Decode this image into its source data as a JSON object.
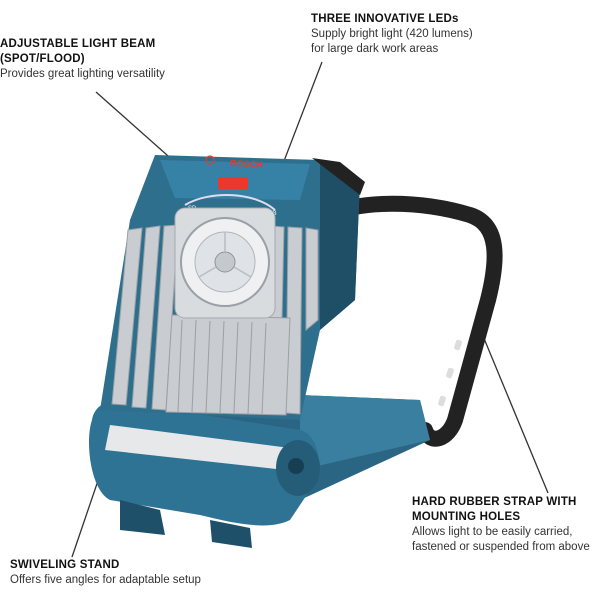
{
  "callouts": {
    "beam": {
      "title": "ADJUSTABLE LIGHT BEAM\n(SPOT/FLOOD)",
      "desc": "Provides great lighting versatility"
    },
    "leds": {
      "title": "THREE INNOVATIVE LEDs",
      "desc": "Supply bright light (420 lumens)\nfor large dark work areas"
    },
    "strap": {
      "title": "HARD RUBBER STRAP WITH\nMOUNTING HOLES",
      "desc": "Allows light to be easily carried,\nfastened or suspended from above"
    },
    "stand": {
      "title": "SWIVELING STAND",
      "desc": "Offers five angles for adaptable setup"
    }
  },
  "product": {
    "brand_logo": "BOSCH"
  },
  "colors": {
    "body_blue": "#2e6f8e",
    "body_dark": "#1f4f66",
    "fin_grey": "#c9ccd0",
    "strap_black": "#222222",
    "button_red": "#e8392b"
  }
}
